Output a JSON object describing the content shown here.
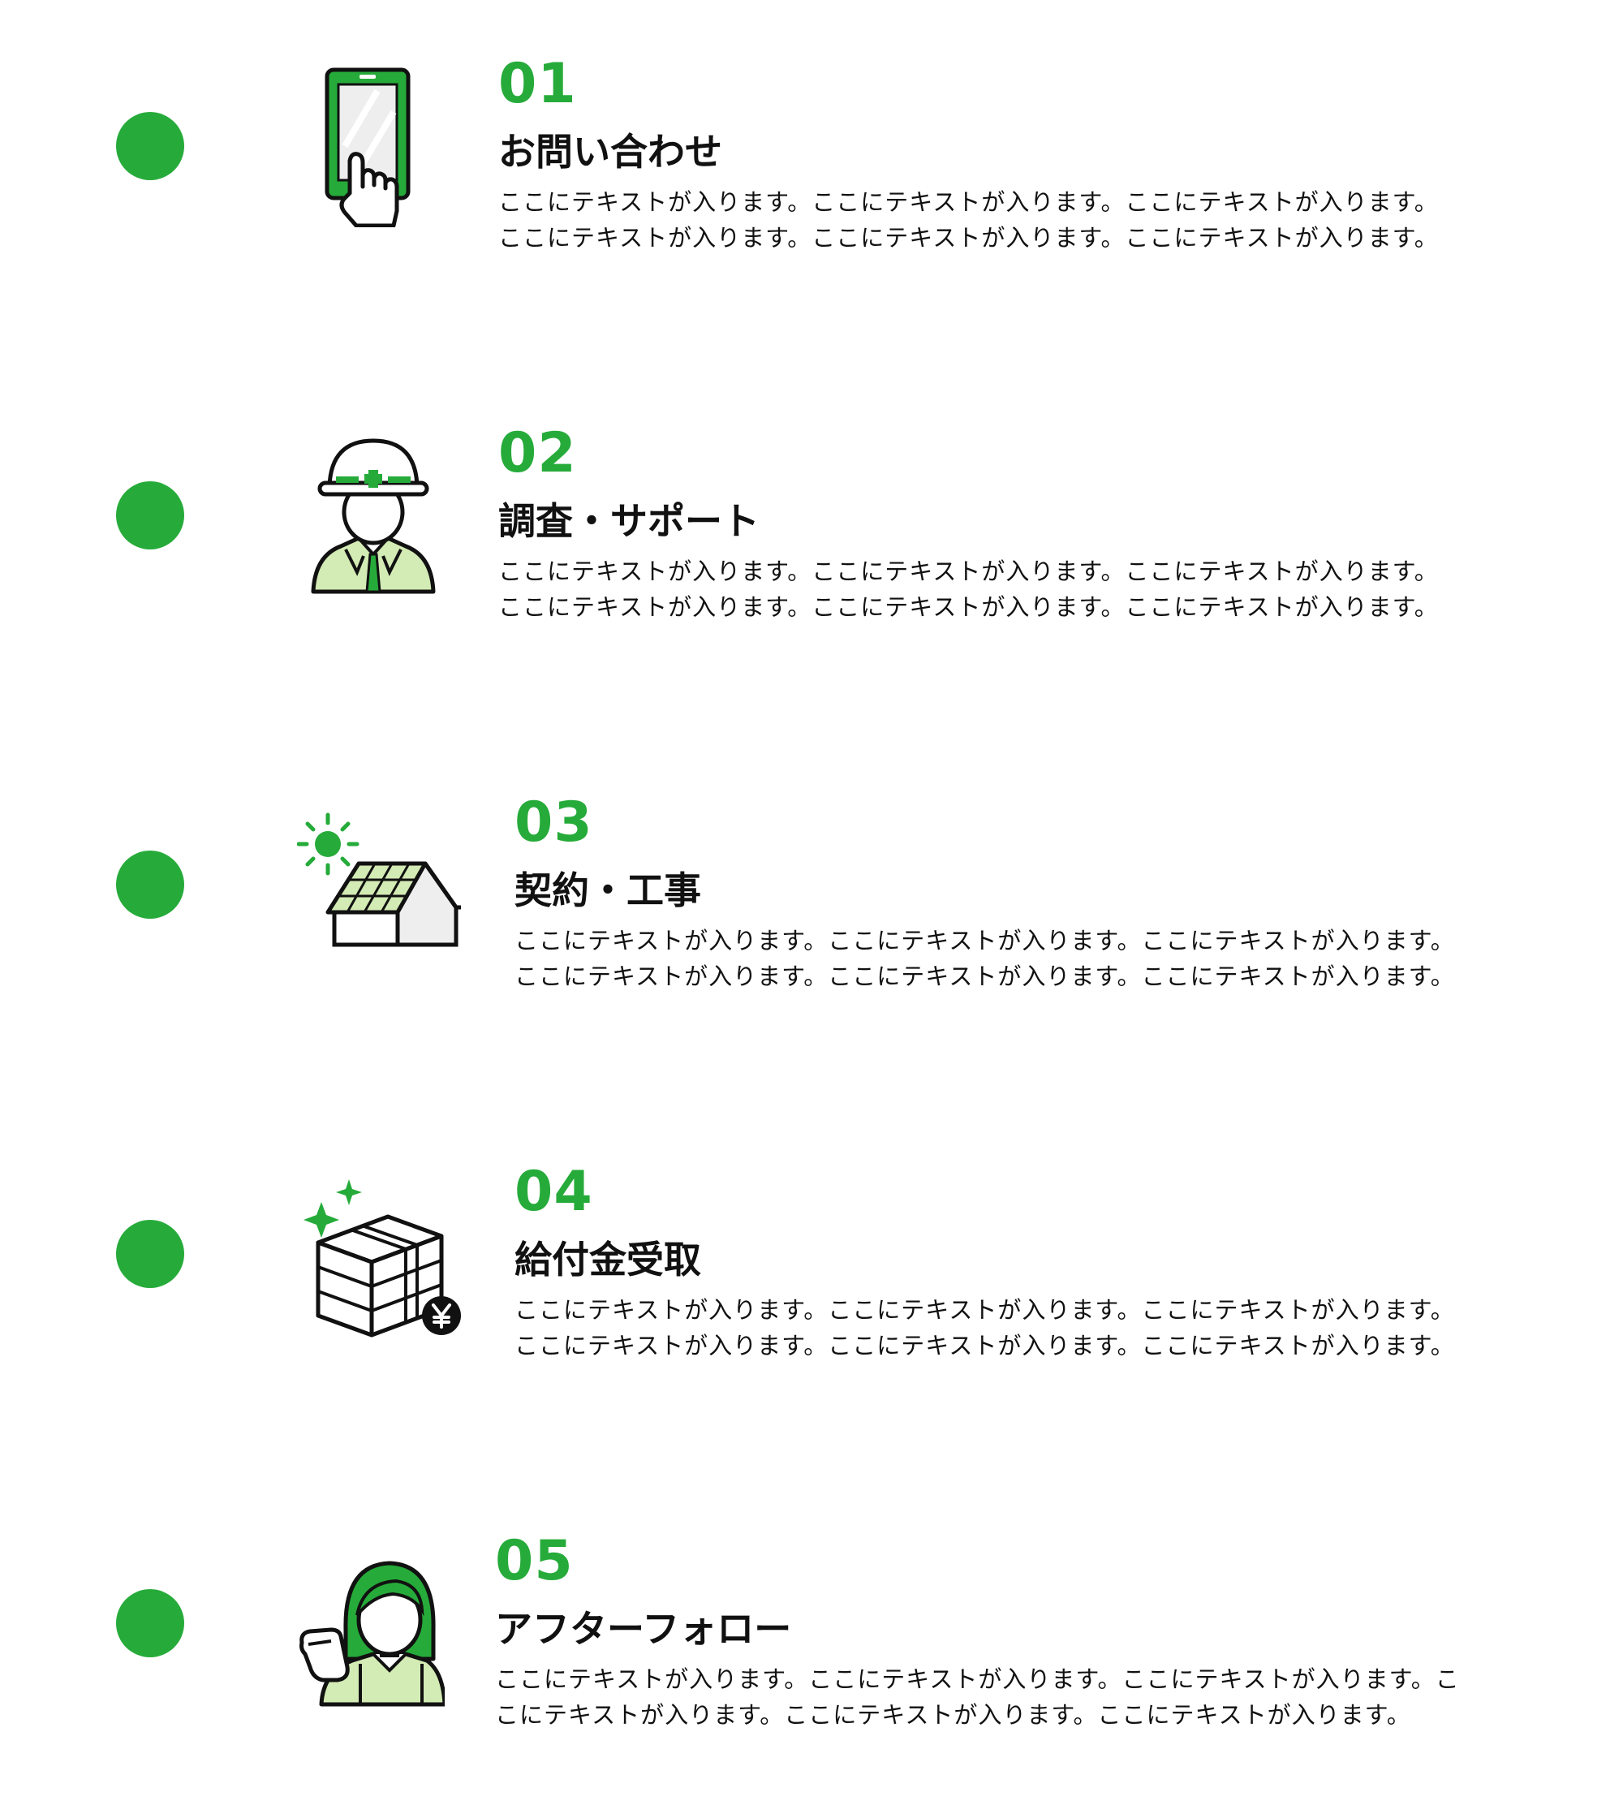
{
  "steps": [
    {
      "number": "01",
      "title": "お問い合わせ",
      "desc_lines": [
        "ここにテキストが入ります。ここにテキストが入ります。ここにテキストが入ります。",
        "ここにテキストが入ります。ここにテキストが入ります。ここにテキストが入ります。"
      ],
      "icon": "smartphone-tap-icon"
    },
    {
      "number": "02",
      "title": "調査・サポート",
      "desc_lines": [
        "ここにテキストが入ります。ここにテキストが入ります。ここにテキストが入ります。",
        "ここにテキストが入ります。ここにテキストが入ります。ここにテキストが入ります。"
      ],
      "icon": "worker-helmet-icon"
    },
    {
      "number": "03",
      "title": "契約・工事",
      "desc_lines": [
        "ここにテキストが入ります。ここにテキストが入ります。ここにテキストが入ります。",
        "ここにテキストが入ります。ここにテキストが入ります。ここにテキストが入ります。"
      ],
      "icon": "solar-house-icon"
    },
    {
      "number": "04",
      "title": "給付金受取",
      "desc_lines": [
        "ここにテキストが入ります。ここにテキストが入ります。ここにテキストが入ります。",
        "ここにテキストが入ります。ここにテキストが入ります。ここにテキストが入ります。"
      ],
      "icon": "money-stack-yen-icon"
    },
    {
      "number": "05",
      "title": "アフターフォロー",
      "desc_lines": [
        "ここにテキストが入ります。ここにテキストが入ります。ここにテキストが入ります。こ",
        "こにテキストが入ります。ここにテキストが入ります。ここにテキストが入ります。"
      ],
      "icon": "support-woman-icon"
    }
  ],
  "colors": {
    "accent": "#26ab3a",
    "light_green": "#d3ebb4",
    "text": "#111111"
  }
}
